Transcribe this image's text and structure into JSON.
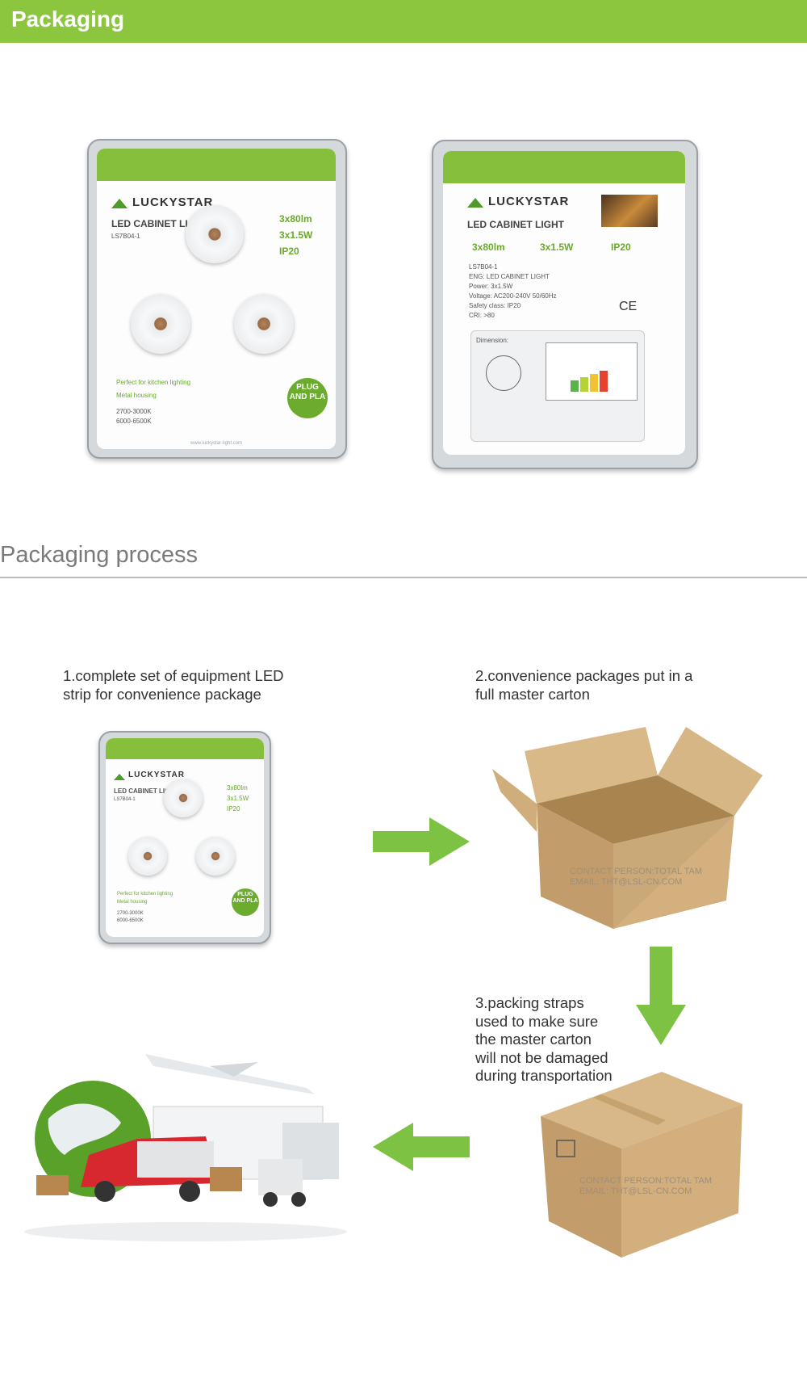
{
  "header": {
    "title": "Packaging"
  },
  "section2": {
    "title": "Packaging process"
  },
  "pack_front": {
    "brand": "LUCKYSTAR",
    "product": "LED CABINET LIG",
    "model": "LS7B04-1",
    "specs": [
      "3x80lm",
      "3x1.5W",
      "IP20"
    ],
    "features": [
      "Perfect for kitchen lighting",
      "Metal housing"
    ],
    "options": [
      "2700-3000K",
      "6000-6500K"
    ],
    "badge": "PLUG AND PLA",
    "url": "www.luckystar-light.com"
  },
  "pack_back": {
    "brand": "LUCKYSTAR",
    "product": "LED CABINET LIGHT",
    "specs": [
      "3x80lm",
      "3x1.5W",
      "IP20"
    ],
    "details": [
      "LS7B04-1",
      "ENG: LED CABINET LIGHT",
      "Power: 3x1.5W",
      "Voltage: AC200-240V 50/60Hz",
      "Safety class: IP20",
      "CRI: >80"
    ],
    "certs": "CE",
    "drawing_label": "Dimension:"
  },
  "steps": {
    "s1": "1.complete set of equipment LED\nstrip for convenience package",
    "s2": "2.convenience packages put in a\nfull master carton",
    "s3": "3.packing straps\nused to make sure\nthe master carton\nwill not be damaged\nduring transportation"
  },
  "carton_watermark": {
    "line1": "CONTACT PERSON:TOTAL TAM",
    "line2": "EMAIL: THT@LSL-CN.COM"
  },
  "carton_watermark2": {
    "line1": "CONTACT PERSON:TOTAL TAM",
    "line2": "EMAIL: THT@LSL-CN.COM"
  },
  "colors": {
    "accent": "#8cc63f",
    "arrow": "#7dc242",
    "carton": "#c9a575"
  },
  "icons": [
    "arrow-right-icon",
    "arrow-down-icon",
    "arrow-left-icon"
  ]
}
